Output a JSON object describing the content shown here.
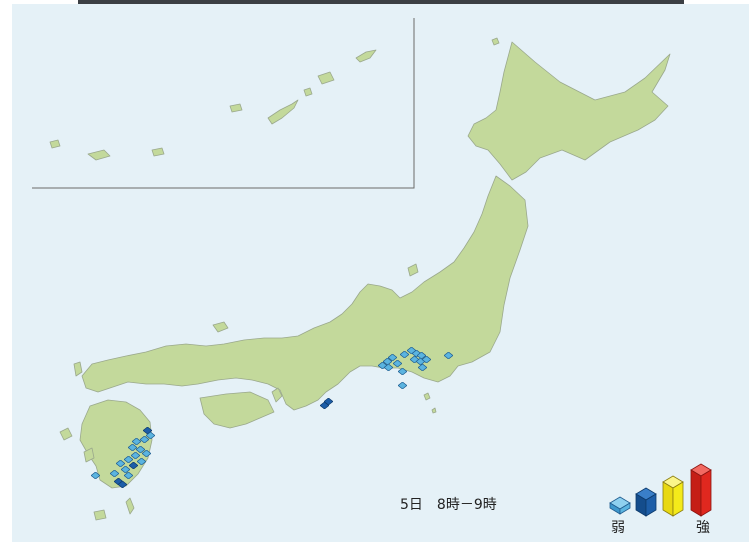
{
  "map": {
    "time_label": "5日　8時－9時",
    "legend": {
      "weak_label": "弱",
      "strong_label": "強",
      "levels": [
        {
          "level": 1,
          "color": "#5bb4e0"
        },
        {
          "level": 2,
          "color": "#1d5ea8"
        },
        {
          "level": 3,
          "color": "#f4ea1a"
        },
        {
          "level": 4,
          "color": "#e0281f"
        }
      ]
    },
    "colors": {
      "sea": "#e5f1f7",
      "land": "#c3d99b",
      "coast": "#9aa88c"
    }
  }
}
